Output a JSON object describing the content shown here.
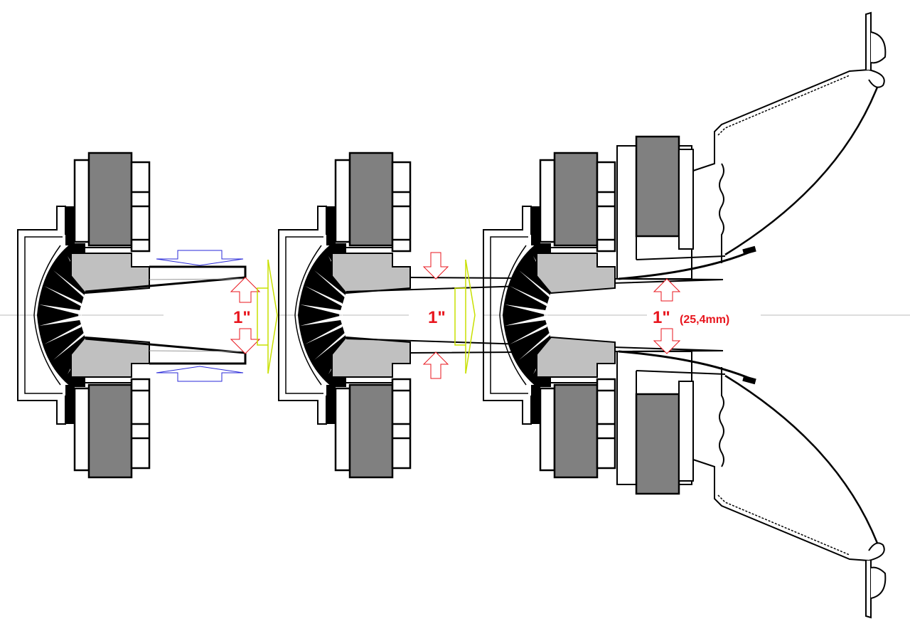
{
  "diagram": {
    "stages": [
      {
        "label": "1\""
      },
      {
        "label": "1\""
      },
      {
        "label": "1\"",
        "sublabel": "(25,4mm)"
      }
    ],
    "colors": {
      "dimension": "#e8161e",
      "compression_arrow": "#2a2ad8",
      "transition_bracket": "#c8e000",
      "magnet": "#808080",
      "pole_piece": "#c0c0c0",
      "axis": "#bbbbbb"
    }
  }
}
